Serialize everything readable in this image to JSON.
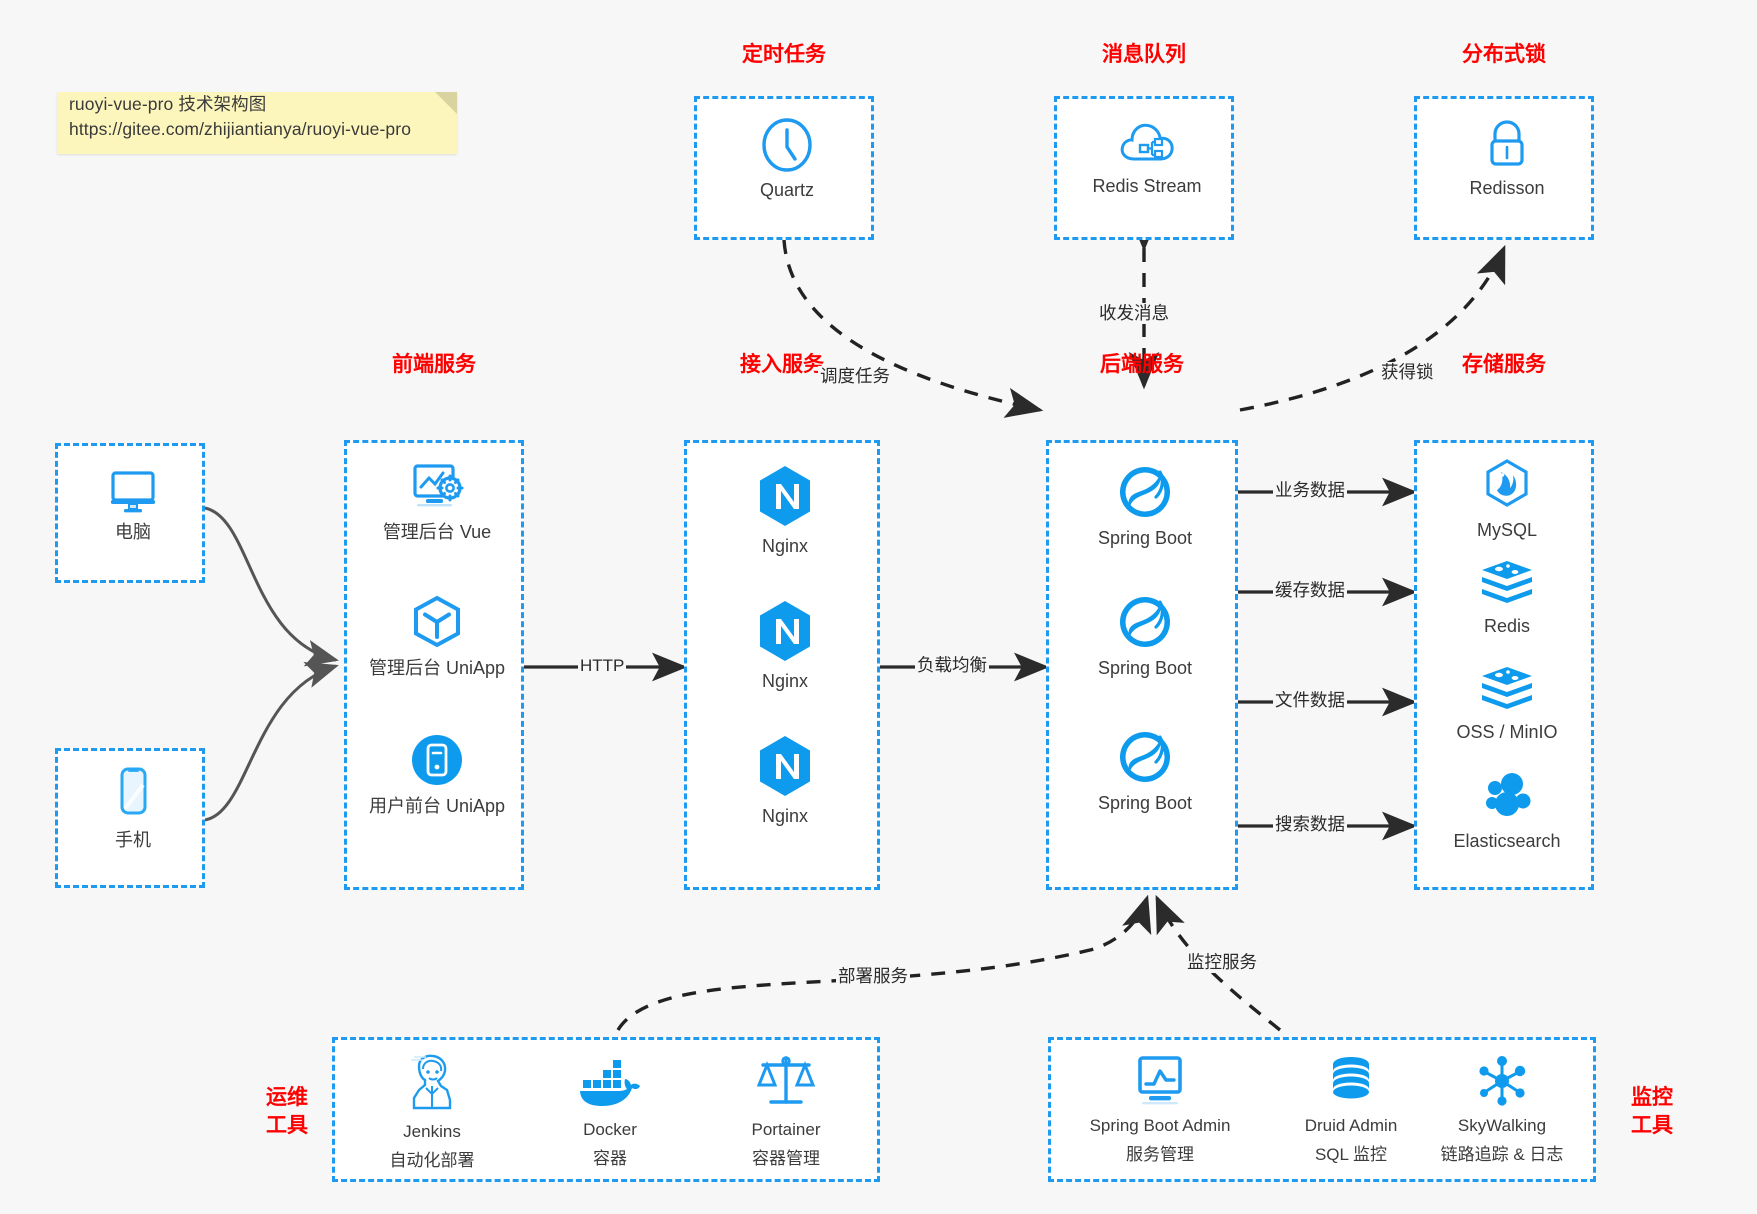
{
  "note": {
    "line1": "ruoyi-vue-pro 技术架构图",
    "line2": "https://gitee.com/zhijiantianya/ruoyi-vue-pro"
  },
  "colors": {
    "accent": "#1e9bf0",
    "title": "#ff0000",
    "text": "#3c3c3c",
    "background": "#f7f7f7",
    "note_bg": "#fcf6bd",
    "arrow": "#2b2b2b",
    "curve": "#555555"
  },
  "groups": {
    "scheduled_task": {
      "title": "定时任务",
      "nodes": [
        {
          "label": "Quartz",
          "icon": "clock-icon"
        }
      ]
    },
    "message_queue": {
      "title": "消息队列",
      "nodes": [
        {
          "label": "Redis Stream",
          "icon": "cloud-stream-icon"
        }
      ]
    },
    "distributed_lock": {
      "title": "分布式锁",
      "nodes": [
        {
          "label": "Redisson",
          "icon": "lock-icon"
        }
      ]
    },
    "clients": {
      "nodes": [
        {
          "label": "电脑",
          "icon": "desktop-icon"
        },
        {
          "label": "手机",
          "icon": "mobile-icon"
        }
      ]
    },
    "frontend": {
      "title": "前端服务",
      "nodes": [
        {
          "label": "管理后台 Vue",
          "icon": "dashboard-gear-icon"
        },
        {
          "label": "管理后台 UniApp",
          "icon": "hexagon-cube-icon"
        },
        {
          "label": "用户前台 UniApp",
          "icon": "phone-circle-icon"
        }
      ]
    },
    "gateway": {
      "title": "接入服务",
      "nodes": [
        {
          "label": "Nginx",
          "icon": "nginx-icon"
        },
        {
          "label": "Nginx",
          "icon": "nginx-icon"
        },
        {
          "label": "Nginx",
          "icon": "nginx-icon"
        }
      ]
    },
    "backend": {
      "title": "后端服务",
      "nodes": [
        {
          "label": "Spring Boot",
          "icon": "spring-boot-icon"
        },
        {
          "label": "Spring Boot",
          "icon": "spring-boot-icon"
        },
        {
          "label": "Spring Boot",
          "icon": "spring-boot-icon"
        }
      ]
    },
    "storage": {
      "title": "存储服务",
      "nodes": [
        {
          "label": "MySQL",
          "icon": "mysql-icon"
        },
        {
          "label": "Redis",
          "icon": "redis-icon"
        },
        {
          "label": "OSS / MinIO",
          "icon": "oss-icon"
        },
        {
          "label": "Elasticsearch",
          "icon": "elasticsearch-icon"
        }
      ]
    },
    "devops": {
      "title_line1": "运维",
      "title_line2": "工具",
      "nodes": [
        {
          "label": "Jenkins",
          "sublabel": "自动化部署",
          "icon": "jenkins-icon"
        },
        {
          "label": "Docker",
          "sublabel": "容器",
          "icon": "docker-icon"
        },
        {
          "label": "Portainer",
          "sublabel": "容器管理",
          "icon": "scales-icon"
        }
      ]
    },
    "monitoring": {
      "title_line1": "监控",
      "title_line2": "工具",
      "nodes": [
        {
          "label": "Spring Boot Admin",
          "sublabel": "服务管理",
          "icon": "monitor-chart-icon"
        },
        {
          "label": "Druid Admin",
          "sublabel": "SQL 监控",
          "icon": "database-icon"
        },
        {
          "label": "SkyWalking",
          "sublabel": "链路追踪 & 日志",
          "icon": "skywalking-icon"
        }
      ]
    }
  },
  "edges": {
    "http": "HTTP",
    "load_balance": "负载均衡",
    "schedule_task": "调度任务",
    "send_receive_message": "收发消息",
    "acquire_lock": "获得锁",
    "business_data": "业务数据",
    "cache_data": "缓存数据",
    "file_data": "文件数据",
    "search_data": "搜索数据",
    "deploy_service": "部署服务",
    "monitor_service": "监控服务"
  }
}
